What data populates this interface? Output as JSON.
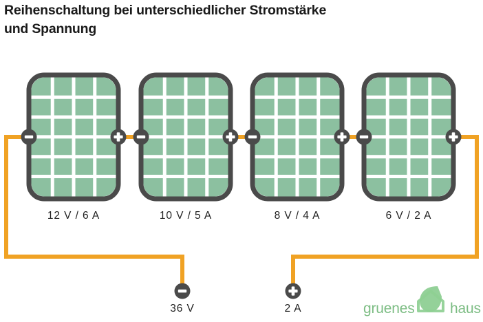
{
  "title": "Reihenschaltung bei unterschiedlicher Stromstärke\nund Spannung",
  "colors": {
    "cell_green": "#8cc0a0",
    "panel_frame": "#4a4a4a",
    "wire_orange": "#f0a224",
    "terminal_dark": "#4a4a4a",
    "text": "#1f1f1f",
    "logo_green": "#7dbd84"
  },
  "diagram": {
    "type": "series-circuit",
    "panel_grid": {
      "columns": 4,
      "rows": 6
    },
    "panels": [
      {
        "id": "panel-1",
        "label": "12 V / 6 A",
        "voltage": "12 V",
        "current": "6 A",
        "minus_terminal": "minus",
        "plus_terminal": "plus"
      },
      {
        "id": "panel-2",
        "label": "10 V / 5 A",
        "voltage": "10 V",
        "current": "5 A",
        "minus_terminal": "minus",
        "plus_terminal": "plus"
      },
      {
        "id": "panel-3",
        "label": "8 V / 4 A",
        "voltage": "8 V",
        "current": "4 A",
        "minus_terminal": "minus",
        "plus_terminal": "plus"
      },
      {
        "id": "panel-4",
        "label": "6 V / 2 A",
        "voltage": "6 V",
        "current": "2 A",
        "minus_terminal": "minus",
        "plus_terminal": "plus"
      }
    ],
    "output_terminals": [
      {
        "id": "output-negative",
        "label": "36 V",
        "sign": "minus"
      },
      {
        "id": "output-positive",
        "label": "2 A",
        "sign": "plus"
      }
    ]
  },
  "logo": {
    "text_left": "gruenes",
    "text_right": "haus",
    "mark": "leaf-house-icon"
  }
}
